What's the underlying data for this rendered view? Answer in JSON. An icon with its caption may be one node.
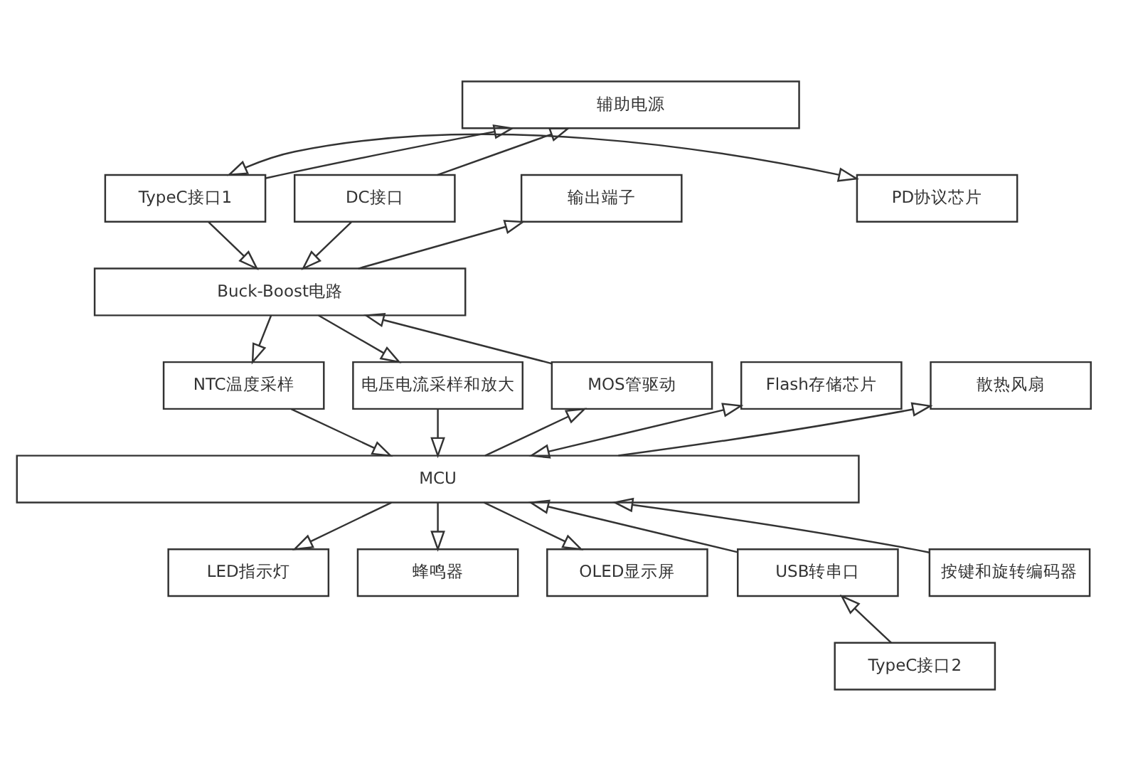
{
  "diagram": {
    "nodes": [
      {
        "text": [
          "辅助电源"
        ]
      },
      {
        "text": [
          "PD协议芯片"
        ]
      },
      {
        "text": [
          "TypeC接口1"
        ]
      },
      {
        "text": [
          "DC接口"
        ]
      },
      {
        "text": [
          "输出端子"
        ]
      },
      {
        "text": [
          "Buck-Boost电路"
        ]
      },
      {
        "text": [
          "散热风扇"
        ]
      },
      {
        "text": [
          "Flash存储芯片"
        ]
      },
      {
        "text": [
          "NTC温度采样"
        ]
      },
      {
        "text": [
          "电压电流采样和放大"
        ]
      },
      {
        "text": [
          "MOS管驱动"
        ]
      },
      {
        "text": [
          "MCU"
        ]
      },
      {
        "text": [
          "LED指示灯"
        ]
      },
      {
        "text": [
          "蜂鸣器"
        ]
      },
      {
        "text": [
          "OLED显示屏"
        ]
      },
      {
        "text": [
          "USB转串口"
        ]
      },
      {
        "text": [
          "按键和旋转编码器"
        ]
      },
      {
        "text": [
          "TypeC接口2"
        ]
      }
    ],
    "edges": [
      {
        "from": 2,
        "to": 0,
        "arrow": "to"
      },
      {
        "from": 3,
        "to": 0,
        "arrow": "to"
      },
      {
        "from": 1,
        "to": 2,
        "arrow": "both"
      },
      {
        "from": 2,
        "to": 5,
        "arrow": "to"
      },
      {
        "from": 3,
        "to": 5,
        "arrow": "to"
      },
      {
        "from": 5,
        "to": 4,
        "arrow": "to"
      },
      {
        "from": 5,
        "to": 8,
        "arrow": "to"
      },
      {
        "from": 5,
        "to": 9,
        "arrow": "to"
      },
      {
        "from": 10,
        "to": 5,
        "arrow": "to"
      },
      {
        "from": 11,
        "to": 6,
        "arrow": "to"
      },
      {
        "from": 7,
        "to": 11,
        "arrow": "both"
      },
      {
        "from": 8,
        "to": 11,
        "arrow": "to"
      },
      {
        "from": 9,
        "to": 11,
        "arrow": "to"
      },
      {
        "from": 11,
        "to": 10,
        "arrow": "to"
      },
      {
        "from": 11,
        "to": 12,
        "arrow": "to"
      },
      {
        "from": 11,
        "to": 13,
        "arrow": "to"
      },
      {
        "from": 11,
        "to": 14,
        "arrow": "to"
      },
      {
        "from": 15,
        "to": 11,
        "arrow": "to"
      },
      {
        "from": 16,
        "to": 11,
        "arrow": "to"
      },
      {
        "from": 17,
        "to": 15,
        "arrow": "to"
      }
    ]
  }
}
